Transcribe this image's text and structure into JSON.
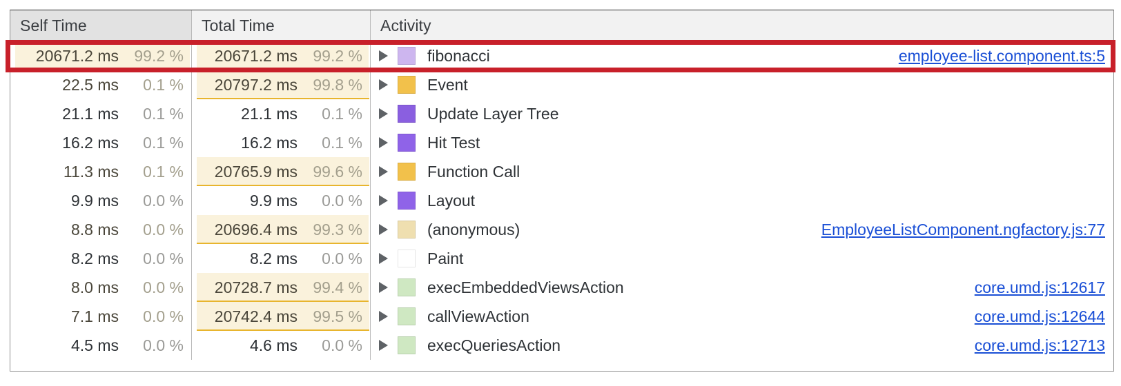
{
  "table": {
    "columns": [
      {
        "key": "self",
        "label": "Self Time",
        "sorted": true
      },
      {
        "key": "total",
        "label": "Total Time",
        "sorted": false
      },
      {
        "key": "activity",
        "label": "Activity",
        "sorted": false
      }
    ],
    "rows": [
      {
        "self_time": "20671.2 ms",
        "self_pct": "99.2 %",
        "self_bar": 99.2,
        "self_highlight": true,
        "total_time": "20671.2 ms",
        "total_pct": "99.2 %",
        "total_bar": 99.2,
        "total_highlight": true,
        "activity": "fibonacci",
        "swatch": "#cdb6ef",
        "link": "employee-list.component.ts:5",
        "expander": "collapsed-triangle",
        "selected": true
      },
      {
        "self_time": "22.5 ms",
        "self_pct": "0.1 %",
        "self_bar": 0.1,
        "self_highlight": false,
        "total_time": "20797.2 ms",
        "total_pct": "99.8 %",
        "total_bar": 99.8,
        "total_highlight": true,
        "activity": "Event",
        "swatch": "#f2c14b",
        "link": "",
        "expander": "collapsed-triangle",
        "selected": false
      },
      {
        "self_time": "21.1 ms",
        "self_pct": "0.1 %",
        "self_bar": 0.1,
        "self_highlight": false,
        "total_time": "21.1 ms",
        "total_pct": "0.1 %",
        "total_bar": 0.1,
        "total_highlight": false,
        "activity": "Update Layer Tree",
        "swatch": "#8a5fe0",
        "link": "",
        "expander": "collapsed-triangle",
        "selected": false
      },
      {
        "self_time": "16.2 ms",
        "self_pct": "0.1 %",
        "self_bar": 0.1,
        "self_highlight": false,
        "total_time": "16.2 ms",
        "total_pct": "0.1 %",
        "total_bar": 0.1,
        "total_highlight": false,
        "activity": "Hit Test",
        "swatch": "#8f63e8",
        "link": "",
        "expander": "collapsed-triangle",
        "selected": false
      },
      {
        "self_time": "11.3 ms",
        "self_pct": "0.1 %",
        "self_bar": 0.1,
        "self_highlight": false,
        "total_time": "20765.9 ms",
        "total_pct": "99.6 %",
        "total_bar": 99.6,
        "total_highlight": true,
        "activity": "Function Call",
        "swatch": "#f2c14b",
        "link": "",
        "expander": "collapsed-triangle",
        "selected": false
      },
      {
        "self_time": "9.9 ms",
        "self_pct": "0.0 %",
        "self_bar": 0.0,
        "self_highlight": false,
        "total_time": "9.9 ms",
        "total_pct": "0.0 %",
        "total_bar": 0.0,
        "total_highlight": false,
        "activity": "Layout",
        "swatch": "#8f63e8",
        "link": "",
        "expander": "collapsed-triangle",
        "selected": false
      },
      {
        "self_time": "8.8 ms",
        "self_pct": "0.0 %",
        "self_bar": 0.0,
        "self_highlight": false,
        "total_time": "20696.4 ms",
        "total_pct": "99.3 %",
        "total_bar": 99.3,
        "total_highlight": true,
        "activity": "(anonymous)",
        "swatch": "#efdfb0",
        "link": "EmployeeListComponent.ngfactory.js:77",
        "expander": "collapsed-triangle",
        "selected": false
      },
      {
        "self_time": "8.2 ms",
        "self_pct": "0.0 %",
        "self_bar": 0.0,
        "self_highlight": false,
        "total_time": "8.2 ms",
        "total_pct": "0.0 %",
        "total_bar": 0.0,
        "total_highlight": false,
        "activity": "Paint",
        "swatch": "#58a košice",
        "link": "",
        "expander": "collapsed-triangle",
        "selected": false
      },
      {
        "self_time": "8.0 ms",
        "self_pct": "0.0 %",
        "self_bar": 0.0,
        "self_highlight": false,
        "total_time": "20728.7 ms",
        "total_pct": "99.4 %",
        "total_bar": 99.4,
        "total_highlight": true,
        "activity": "execEmbeddedViewsAction",
        "swatch": "#cfe8c2",
        "link": "core.umd.js:12617",
        "expander": "collapsed-triangle",
        "selected": false
      },
      {
        "self_time": "7.1 ms",
        "self_pct": "0.0 %",
        "self_bar": 0.0,
        "self_highlight": false,
        "total_time": "20742.4 ms",
        "total_pct": "99.5 %",
        "total_bar": 99.5,
        "total_highlight": true,
        "activity": "callViewAction",
        "swatch": "#cfe8c2",
        "link": "core.umd.js:12644",
        "expander": "collapsed-triangle",
        "selected": false
      },
      {
        "self_time": "4.5 ms",
        "self_pct": "0.0 %",
        "self_bar": 0.0,
        "self_highlight": false,
        "total_time": "4.6 ms",
        "total_pct": "0.0 %",
        "total_bar": 0.0,
        "total_highlight": false,
        "activity": "execQueriesAction",
        "swatch": "#cfe8c2",
        "link": "core.umd.js:12713",
        "expander": "collapsed-triangle",
        "selected": false
      }
    ]
  },
  "annotation": {
    "highlight_color": "#c8202a",
    "target_row_index": 0
  },
  "colors": {
    "bar_fill": "#faf2dc",
    "bar_border": "#e8b52e",
    "link": "#1a4fd6",
    "text": "#2e3236",
    "muted_text": "#9a9a97"
  }
}
